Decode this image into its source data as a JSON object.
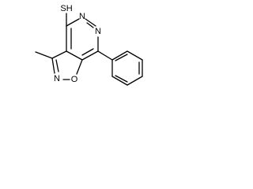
{
  "atoms": {
    "sh": "SH",
    "n_top": "N",
    "n_right": "N",
    "n_isox": "N",
    "o_isox": "O"
  },
  "colors": {
    "line": "#000000",
    "background": "#ffffff"
  }
}
